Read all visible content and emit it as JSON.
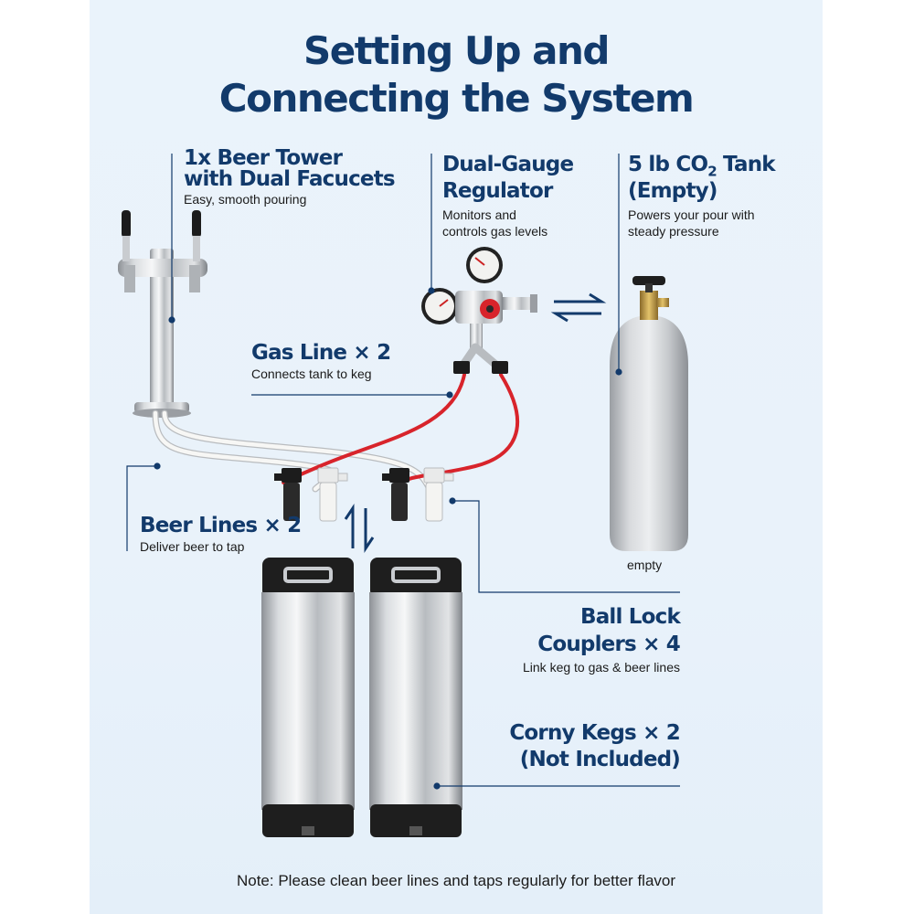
{
  "title": {
    "line1": "Setting Up and",
    "line2": "Connecting the System"
  },
  "components": {
    "beer_tower": {
      "title_line1": "1x Beer Tower",
      "title_line2": "with Dual Facucets",
      "desc": "Easy, smooth pouring"
    },
    "regulator": {
      "title_line1": "Dual-Gauge",
      "title_line2": "Regulator",
      "desc_line1": "Monitors and",
      "desc_line2": "controls gas levels"
    },
    "co2_tank": {
      "title_line1_pre": "5 lb CO",
      "title_line1_sub": "2",
      "title_line1_post": " Tank",
      "title_line2": "(Empty)",
      "desc_line1": "Powers your pour with",
      "desc_line2": "steady pressure",
      "status": "empty"
    },
    "gas_line": {
      "title": "Gas Line × 2",
      "desc": "Connects tank to keg"
    },
    "beer_lines": {
      "title": "Beer Lines × 2",
      "desc": "Deliver beer to tap"
    },
    "couplers": {
      "title_line1": "Ball Lock",
      "title_line2": "Couplers × 4",
      "desc": "Link keg to gas & beer lines"
    },
    "kegs": {
      "title_line1": "Corny Kegs × 2",
      "title_line2": "(Not Included)"
    }
  },
  "note": "Note: Please clean beer lines and taps regularly for better flavor",
  "colors": {
    "heading": "#123a6b",
    "gas_line": "#d8242b",
    "beer_line": "#f4f4f2",
    "arrow": "#123a6b"
  }
}
